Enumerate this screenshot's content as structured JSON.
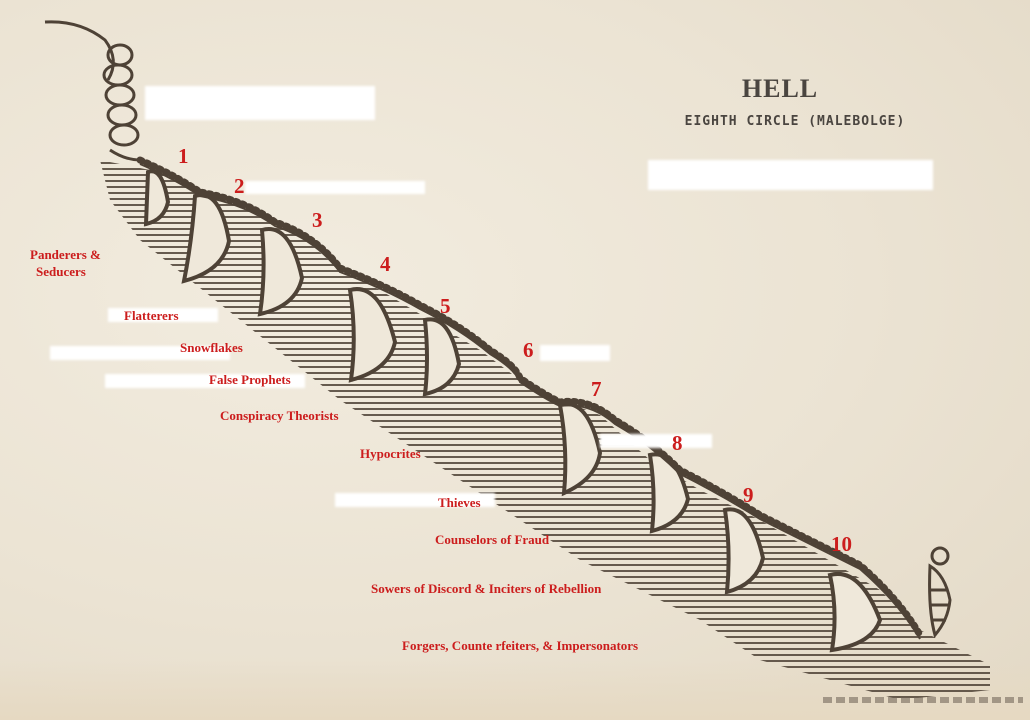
{
  "header": {
    "title": "HELL",
    "subtitle": "EIGHTH CIRCLE (MALEBOLGE)"
  },
  "ditches": {
    "numbers": [
      "1",
      "2",
      "3",
      "4",
      "5",
      "6",
      "7",
      "8",
      "9",
      "10"
    ]
  },
  "labels": [
    "Panderers &",
    "Seducers",
    "Flatterers",
    "Snowflakes",
    "False Prophets",
    "Conspiracy Theorists",
    "Hypocrites",
    "Thieves",
    "Counselors of  Fraud",
    "Sowers of Discord & Inciters of  Rebellion",
    "Forgers, Counte rfeiters, & Impersonators"
  ],
  "colors": {
    "ink": "#5a4d41",
    "label_red": "#cc1d1d",
    "paper": "#eee7d9"
  }
}
